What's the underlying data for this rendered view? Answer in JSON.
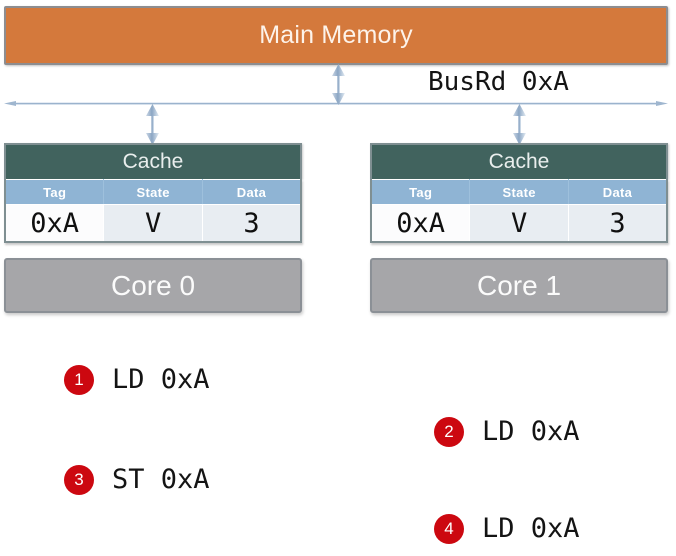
{
  "diagram": {
    "main_memory": {
      "label": "Main Memory"
    },
    "bus": {
      "label": "BusRd 0xA",
      "arrow_left_icon": "bus-arrow-left-icon",
      "arrow_right_icon": "bus-arrow-right-icon",
      "memory_link_icon": "double-arrow-vertical-icon",
      "cache0_link_icon": "double-arrow-vertical-icon",
      "cache1_link_icon": "double-arrow-vertical-icon"
    },
    "caches": [
      {
        "title": "Cache",
        "columns": [
          "Tag",
          "State",
          "Data"
        ],
        "row": {
          "tag": "0xA",
          "state": "V",
          "data": "3"
        },
        "highlight": {
          "tag": false,
          "state": false,
          "data": true
        }
      },
      {
        "title": "Cache",
        "columns": [
          "Tag",
          "State",
          "Data"
        ],
        "row": {
          "tag": "0xA",
          "state": "V",
          "data": "3"
        },
        "highlight": {
          "tag": false,
          "state": true,
          "data": true
        }
      }
    ],
    "cores": [
      {
        "label": "Core 0"
      },
      {
        "label": "Core 1"
      }
    ],
    "steps": [
      {
        "number": "1",
        "text": "LD 0xA"
      },
      {
        "number": "2",
        "text": "LD 0xA"
      },
      {
        "number": "3",
        "text": "ST 0xA"
      },
      {
        "number": "4",
        "text": "LD 0xA"
      }
    ],
    "colors": {
      "memory_fill": "#d4793c",
      "cache_header_fill": "#41635e",
      "table_header_fill": "#8fb4d4",
      "core_fill": "#a6a6a9",
      "badge_fill": "#cc0810",
      "highlight_text": "#e00000",
      "bus_line": "#9fb6cf"
    }
  }
}
